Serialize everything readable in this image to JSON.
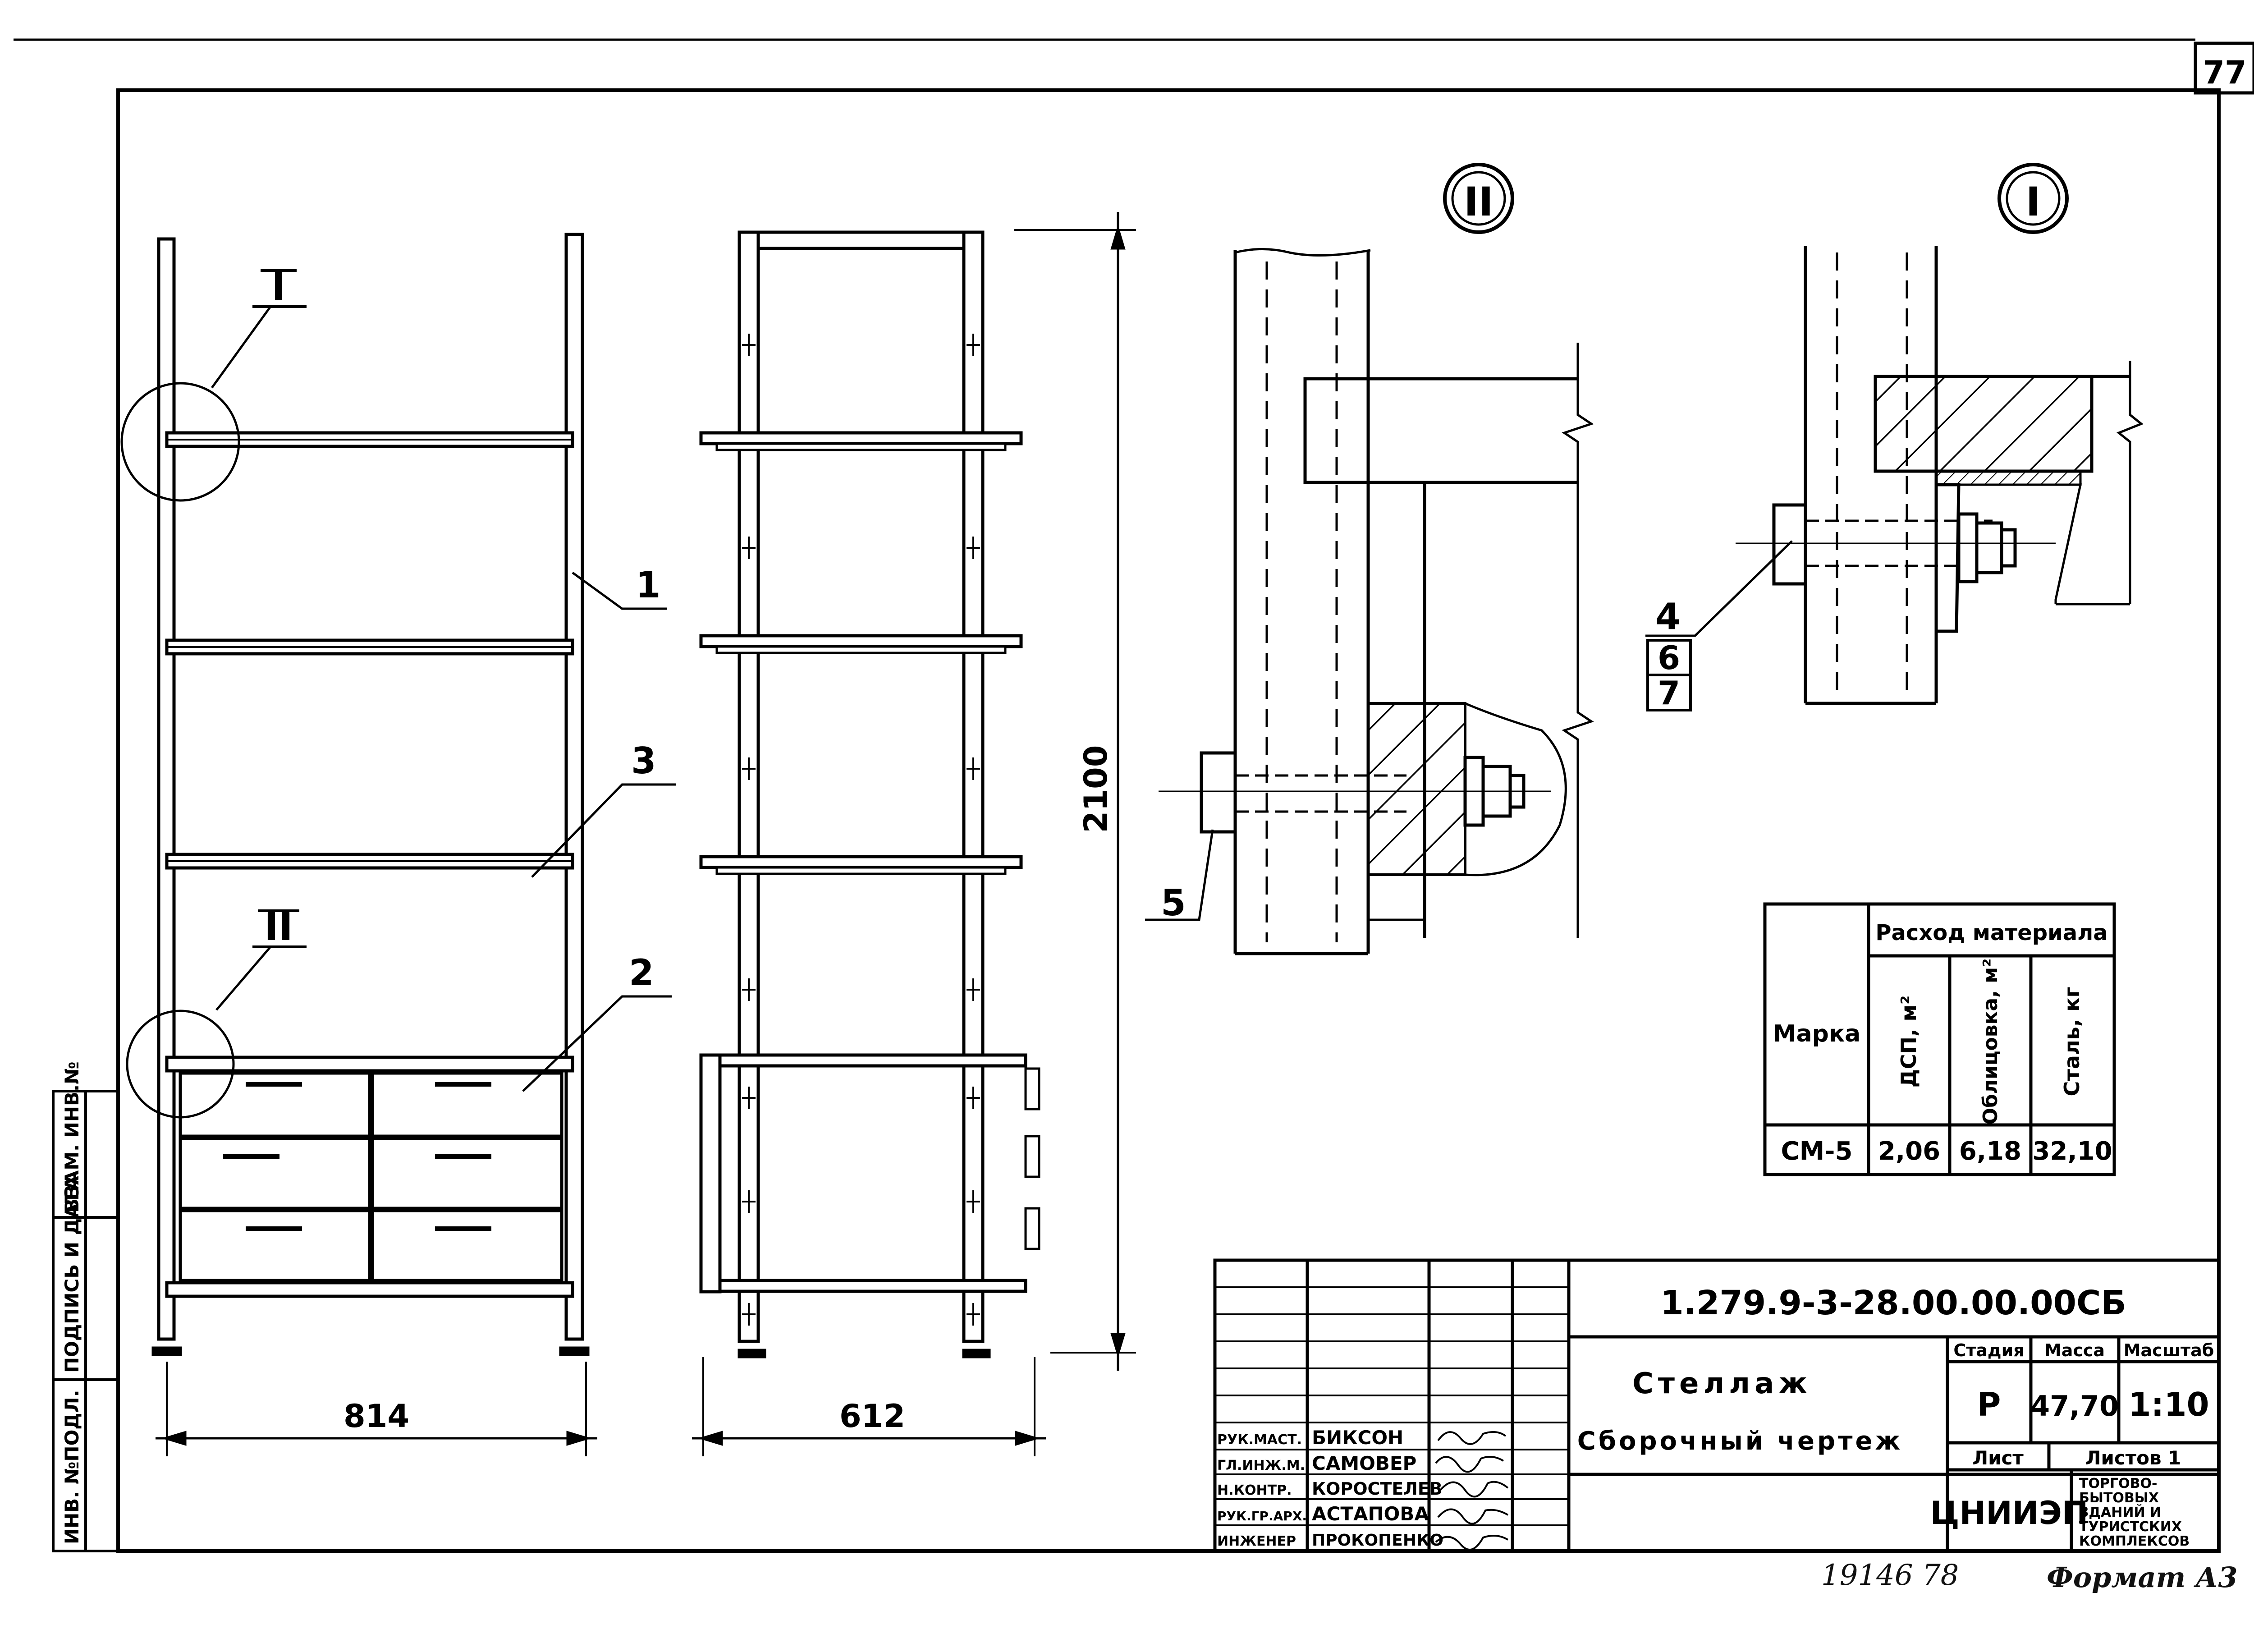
{
  "sheet": {
    "page_number": "77",
    "archive_number": "19146 78",
    "format": "Формат А3"
  },
  "side_stamp": {
    "inv_podl": "ИНВ. №ПОДЛ.",
    "podpis_data": "ПОДПИСЬ И ДАТА",
    "vzam_inv": "ВЗАМ. ИНВ.№"
  },
  "views": {
    "detail_I": "I",
    "detail_II": "II",
    "callout_1": "1",
    "callout_2": "2",
    "callout_3": "3",
    "callout_4": "4",
    "callout_5": "5",
    "callout_6": "6",
    "callout_7": "7",
    "dim_width": "814",
    "dim_depth": "612",
    "dim_height": "2100"
  },
  "material_table": {
    "header_marka": "Марка",
    "header_group": "Расход материала",
    "col_dsp": "ДСП, м²",
    "col_oblits": "Облицовка, м²",
    "col_stal": "Сталь, кг",
    "row_marka": "СМ-5",
    "row_dsp": "2,06",
    "row_oblits": "6,18",
    "row_stal": "32,10"
  },
  "title_block": {
    "doc_code": "1.279.9-3-28.00.00.00СБ",
    "title_line1": "Стеллаж",
    "title_line2": "Сборочный чертеж",
    "stadiya_label": "Стадия",
    "massa_label": "Масса",
    "masshtab_label": "Масштаб",
    "stadiya_value": "Р",
    "massa_value": "47,70",
    "masshtab_value": "1:10",
    "list_label": "Лист",
    "listov_label": "Листов 1",
    "org": "ЦНИИЭП",
    "org_desc_1": "ТОРГОВО-",
    "org_desc_2": "БЫТОВЫХ",
    "org_desc_3": "ЗДАНИЙ И",
    "org_desc_4": "ТУРИСТСКИХ",
    "org_desc_5": "КОМПЛЕКСОВ",
    "staff": [
      {
        "role": "РУК.МАСТ.",
        "name": "БИКСОН"
      },
      {
        "role": "ГЛ.ИНЖ.М.",
        "name": "САМОВЕР"
      },
      {
        "role": "Н.КОНТР.",
        "name": "КОРОСТЕЛЕВ"
      },
      {
        "role": "РУК.ГР.АРХ.",
        "name": "АСТАПОВА"
      },
      {
        "role": "ИНЖЕНЕР",
        "name": "ПРОКОПЕНКО"
      }
    ]
  }
}
